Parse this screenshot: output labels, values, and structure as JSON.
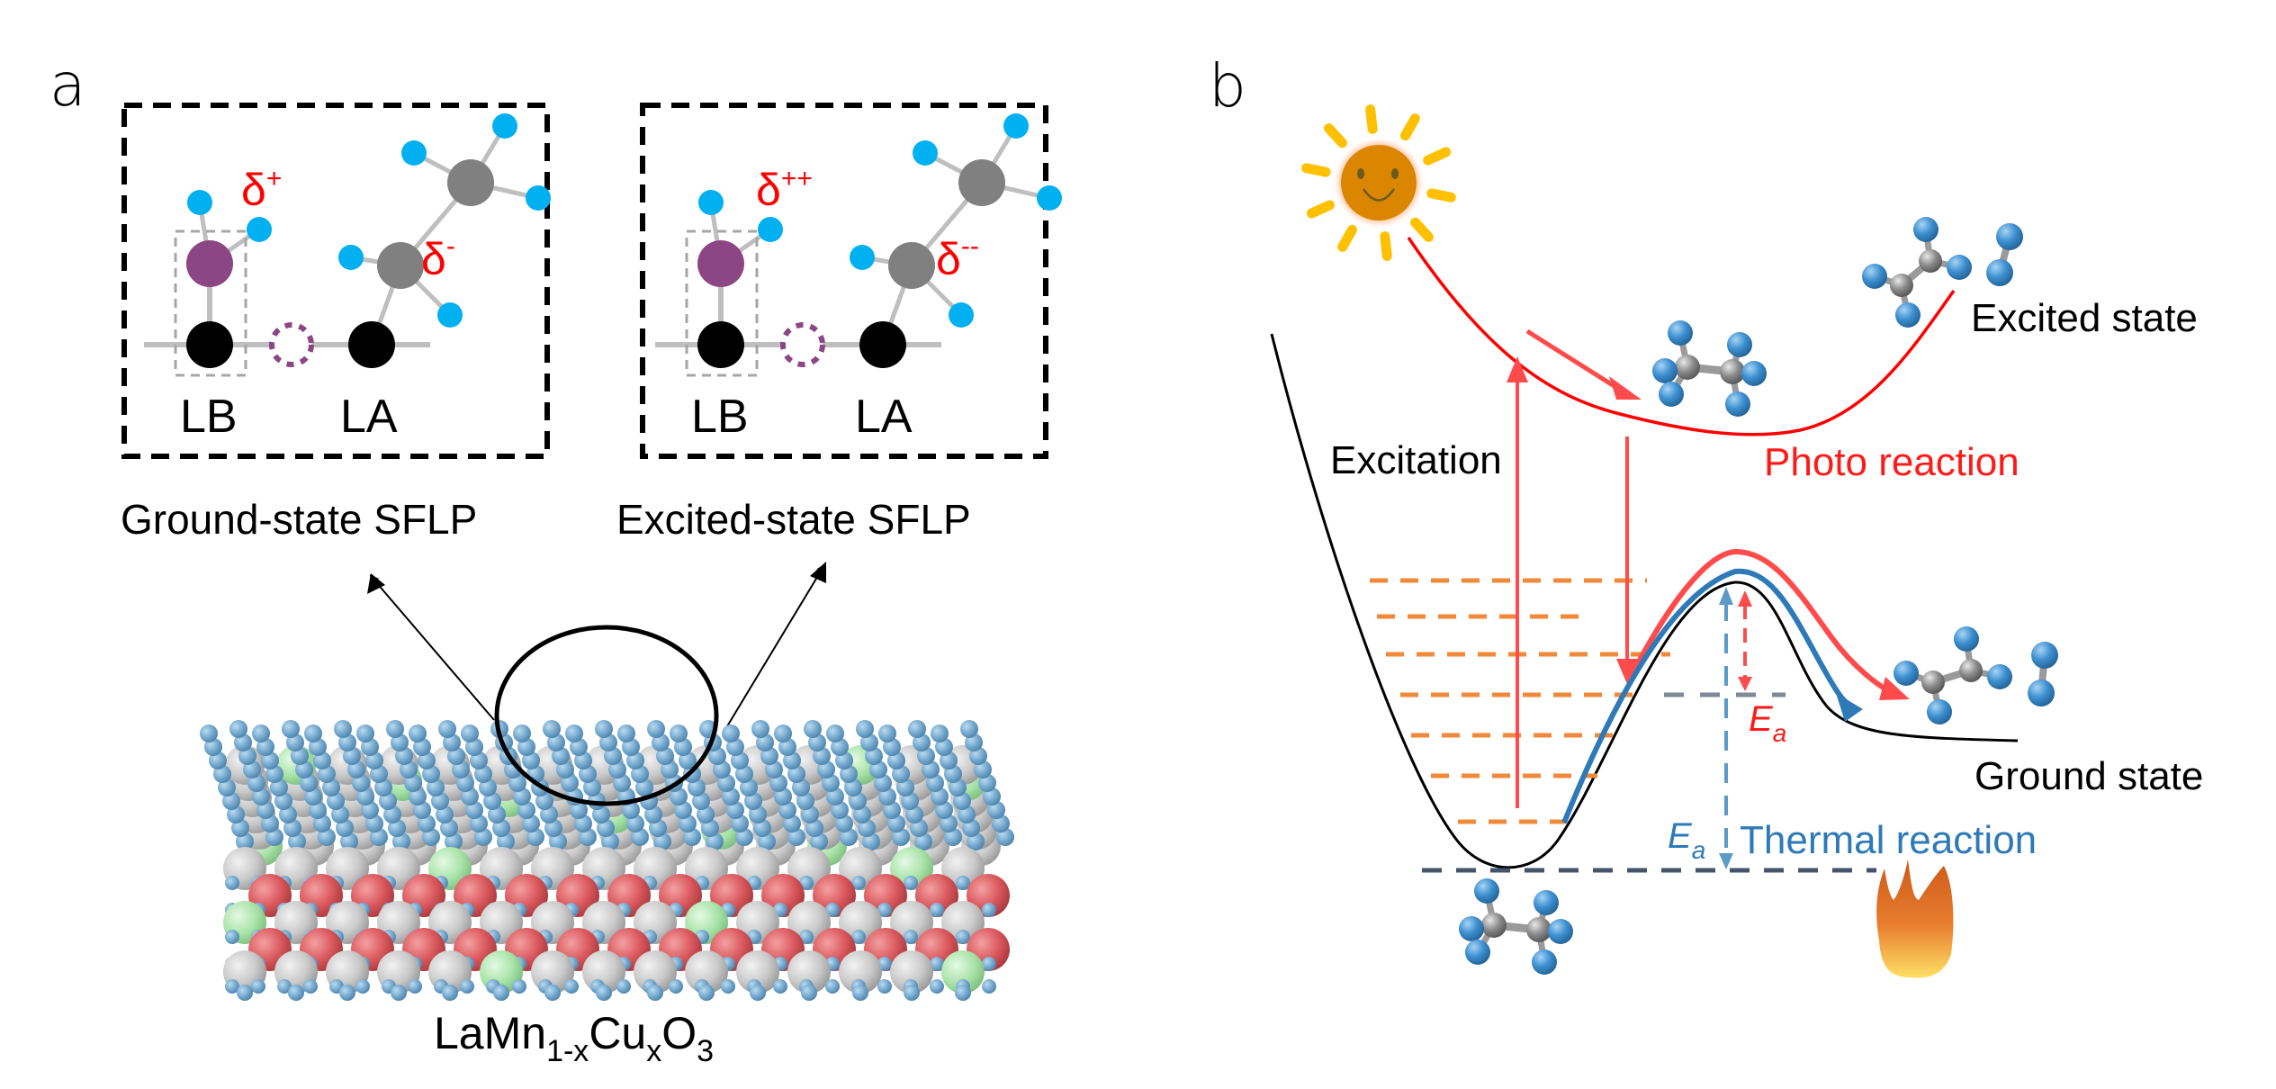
{
  "panel_a": {
    "letter": "a",
    "ground_box": {
      "lb_label": "LB",
      "la_label": "LA",
      "charge_lb": "δ",
      "charge_lb_sup": "+",
      "charge_la": "δ",
      "charge_la_sup": "-",
      "caption": "Ground-state SFLP"
    },
    "excited_box": {
      "lb_label": "LB",
      "la_label": "LA",
      "charge_lb": "δ",
      "charge_lb_sup": "++",
      "charge_la": "δ",
      "charge_la_sup": "--",
      "caption": "Excited-state SFLP"
    },
    "material": {
      "base": "LaMn",
      "sub1": "1-x",
      "mid": "Cu",
      "sub2": "x",
      "end": "O",
      "sub3": "3"
    },
    "colors": {
      "lb_atom": "#8b4683",
      "la_carbon": "#808080",
      "h_atom": "#00b0f0",
      "surface_atom": "#000000",
      "bond": "#bfbfbf",
      "vacancy": "#8b4683",
      "charge": "#ff0000",
      "slab_oxygen": "#72a6cc",
      "slab_gray": "#c9c9c9",
      "slab_red": "#d9575c",
      "slab_green": "#a9e3a9"
    }
  },
  "panel_b": {
    "letter": "b",
    "labels": {
      "excitation": "Excitation",
      "photo_reaction": "Photo reaction",
      "excited_state": "Excited state",
      "ground_state": "Ground state",
      "thermal_reaction": "Thermal reaction",
      "ea_photo": "E",
      "ea_photo_sub": "a",
      "ea_thermal": "E",
      "ea_thermal_sub": "a"
    },
    "colors": {
      "photo": "#ff4b4b",
      "photo_curve": "#ff0000",
      "thermal": "#2e7ab8",
      "vib_levels": "#f08a3a",
      "ground_curve": "#000000",
      "sun_face": "#db8600",
      "sun_rays": "#ffc000",
      "flame_top": "#d4661e",
      "flame_bottom": "#ffe066",
      "molecule_f": "#3d8fd0",
      "molecule_c": "#8c8c8c"
    },
    "vibrational_levels": 7
  }
}
